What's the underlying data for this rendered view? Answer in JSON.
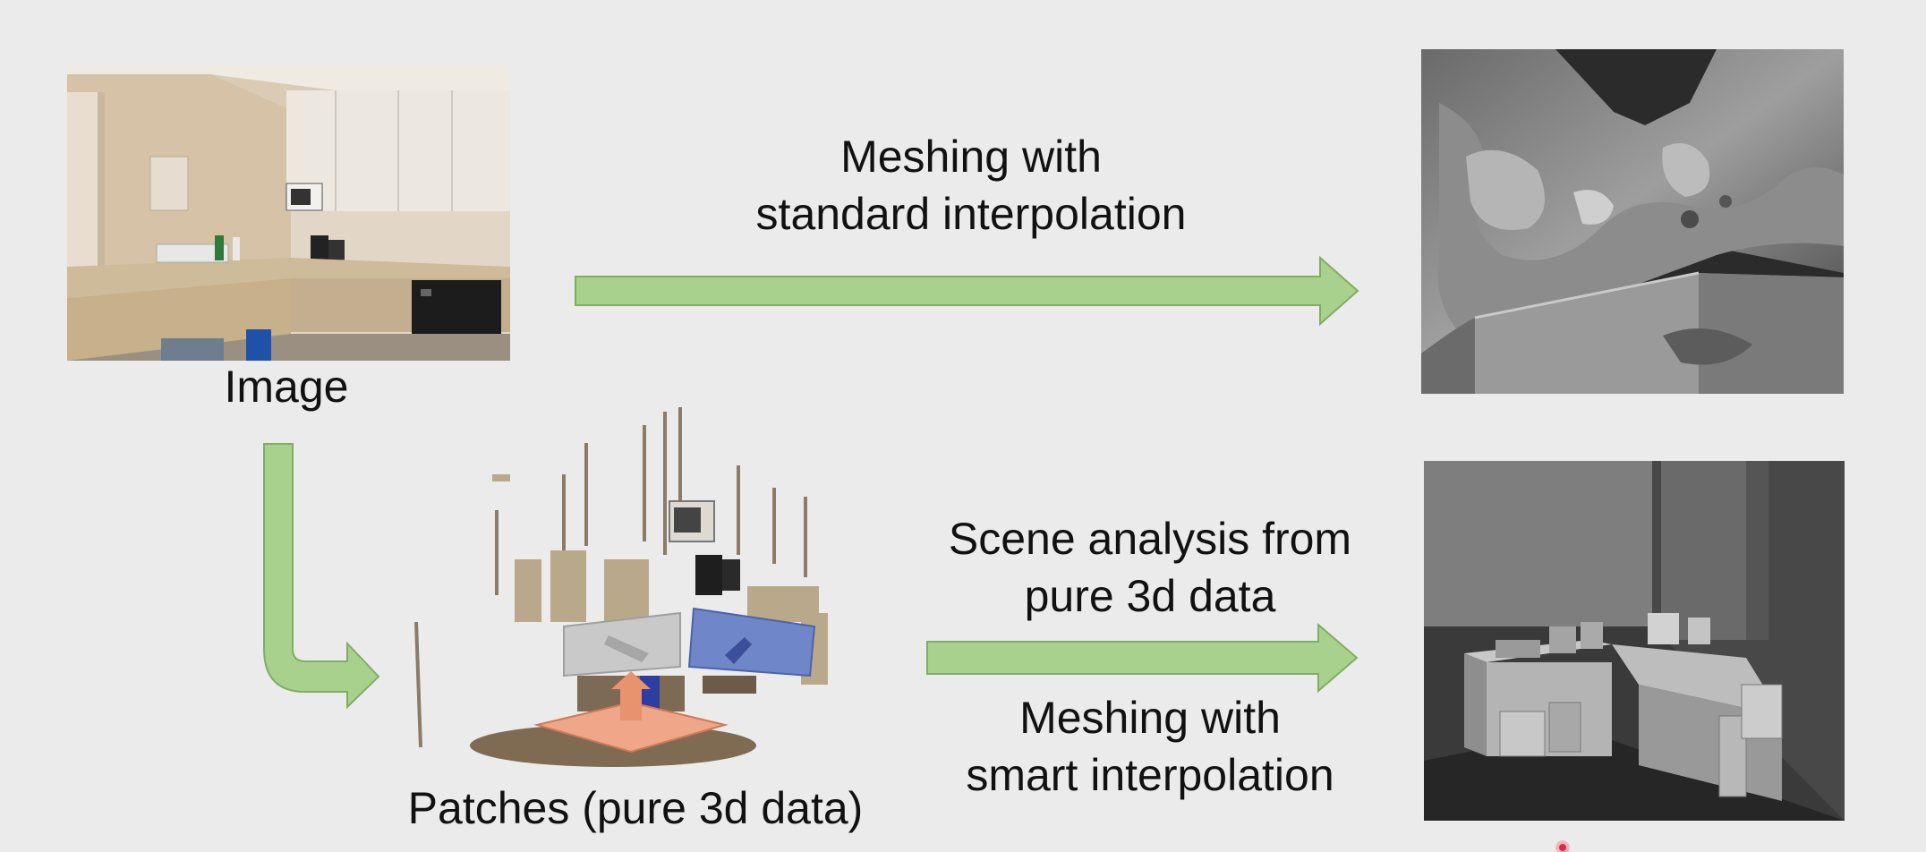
{
  "labels": {
    "image": "Image",
    "patches": "Patches (pure 3d data)",
    "top_arrow_line1": "Meshing with",
    "top_arrow_line2": "standard interpolation",
    "scene_line1": "Scene analysis from",
    "scene_line2": "pure 3d data",
    "smart_line1": "Meshing with",
    "smart_line2": "smart interpolation"
  },
  "colors": {
    "background": "#ebebeb",
    "arrow_fill": "#a9d18e",
    "arrow_stroke": "#7fae63",
    "patch_gray": "#c9c9c9",
    "patch_blue": "#6f86c9",
    "patch_orange": "#f0a688",
    "pointer_red": "#e0283c"
  },
  "icons": {
    "pointer": "laser-pointer-icon"
  }
}
